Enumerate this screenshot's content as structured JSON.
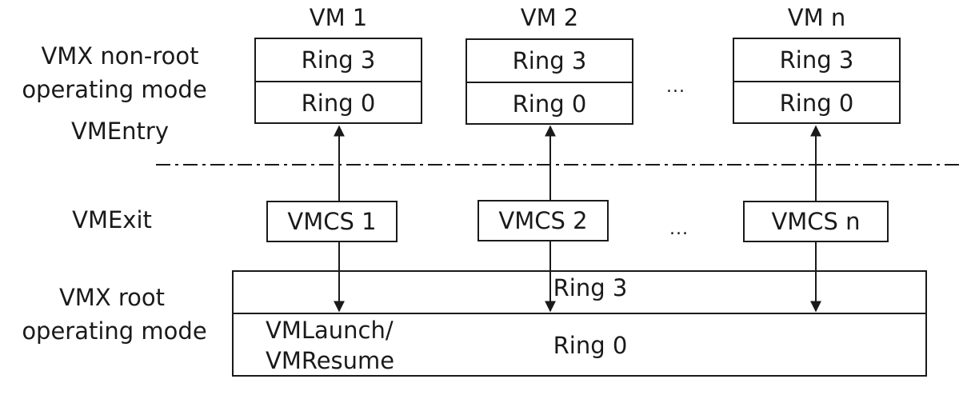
{
  "left_labels": {
    "vmx_nonroot_line1": "VMX non-root",
    "vmx_nonroot_line2": "operating mode",
    "vmentry": "VMEntry",
    "vmexit": "VMExit",
    "vmx_root_line1": "VMX root",
    "vmx_root_line2": "operating mode"
  },
  "vms": [
    {
      "title": "VM 1",
      "ring3": "Ring 3",
      "ring0": "Ring 0",
      "vmcs": "VMCS 1"
    },
    {
      "title": "VM 2",
      "ring3": "Ring 3",
      "ring0": "Ring 0",
      "vmcs": "VMCS 2"
    },
    {
      "title": "VM n",
      "ring3": "Ring 3",
      "ring0": "Ring 0",
      "vmcs": "VMCS n"
    }
  ],
  "ellipsis": "...",
  "host": {
    "ring3": "Ring 3",
    "ring0": "Ring 0",
    "launch_line1": "VMLaunch/",
    "launch_line2": "VMResume"
  }
}
